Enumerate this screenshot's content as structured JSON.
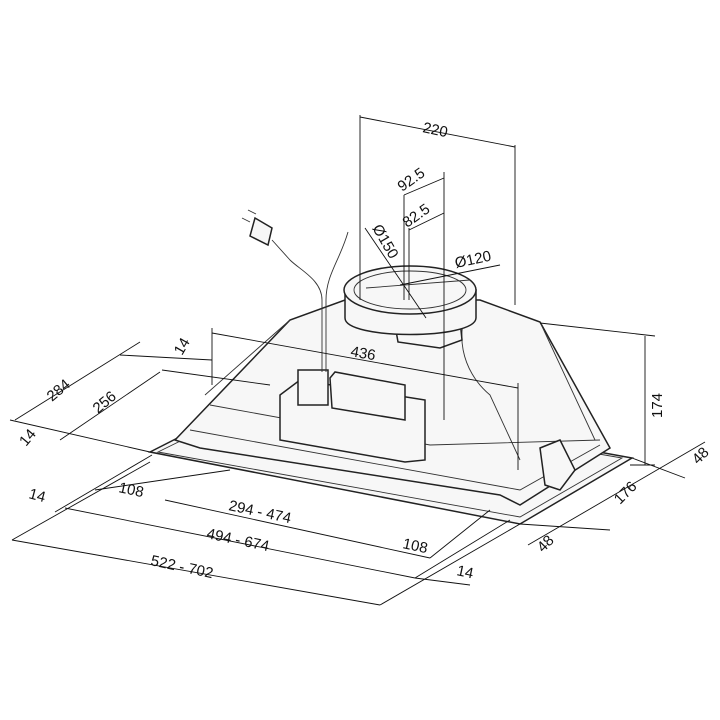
{
  "drawing": {
    "dimensions": {
      "outlet_offset_width": "220",
      "outlet_offset_925": "92.5",
      "outlet_offset_825": "82.5",
      "outlet_diameter_large": "Ø150",
      "outlet_diameter_small": "Ø120",
      "body_length": "436",
      "height": "174",
      "depth_back_flange": "48",
      "depth_body": "176",
      "depth_front_flange": "48",
      "depth_top_flange": "14",
      "depth_total": "284",
      "depth_inner": "256",
      "depth_side_flange": "14",
      "width_left_flange": "14",
      "width_left_108": "108",
      "width_inner_range": "294 - 474",
      "width_cutout_range": "494 - 674",
      "width_right_108": "108",
      "width_total_range": "522 - 702",
      "width_right_flange": "14"
    }
  }
}
